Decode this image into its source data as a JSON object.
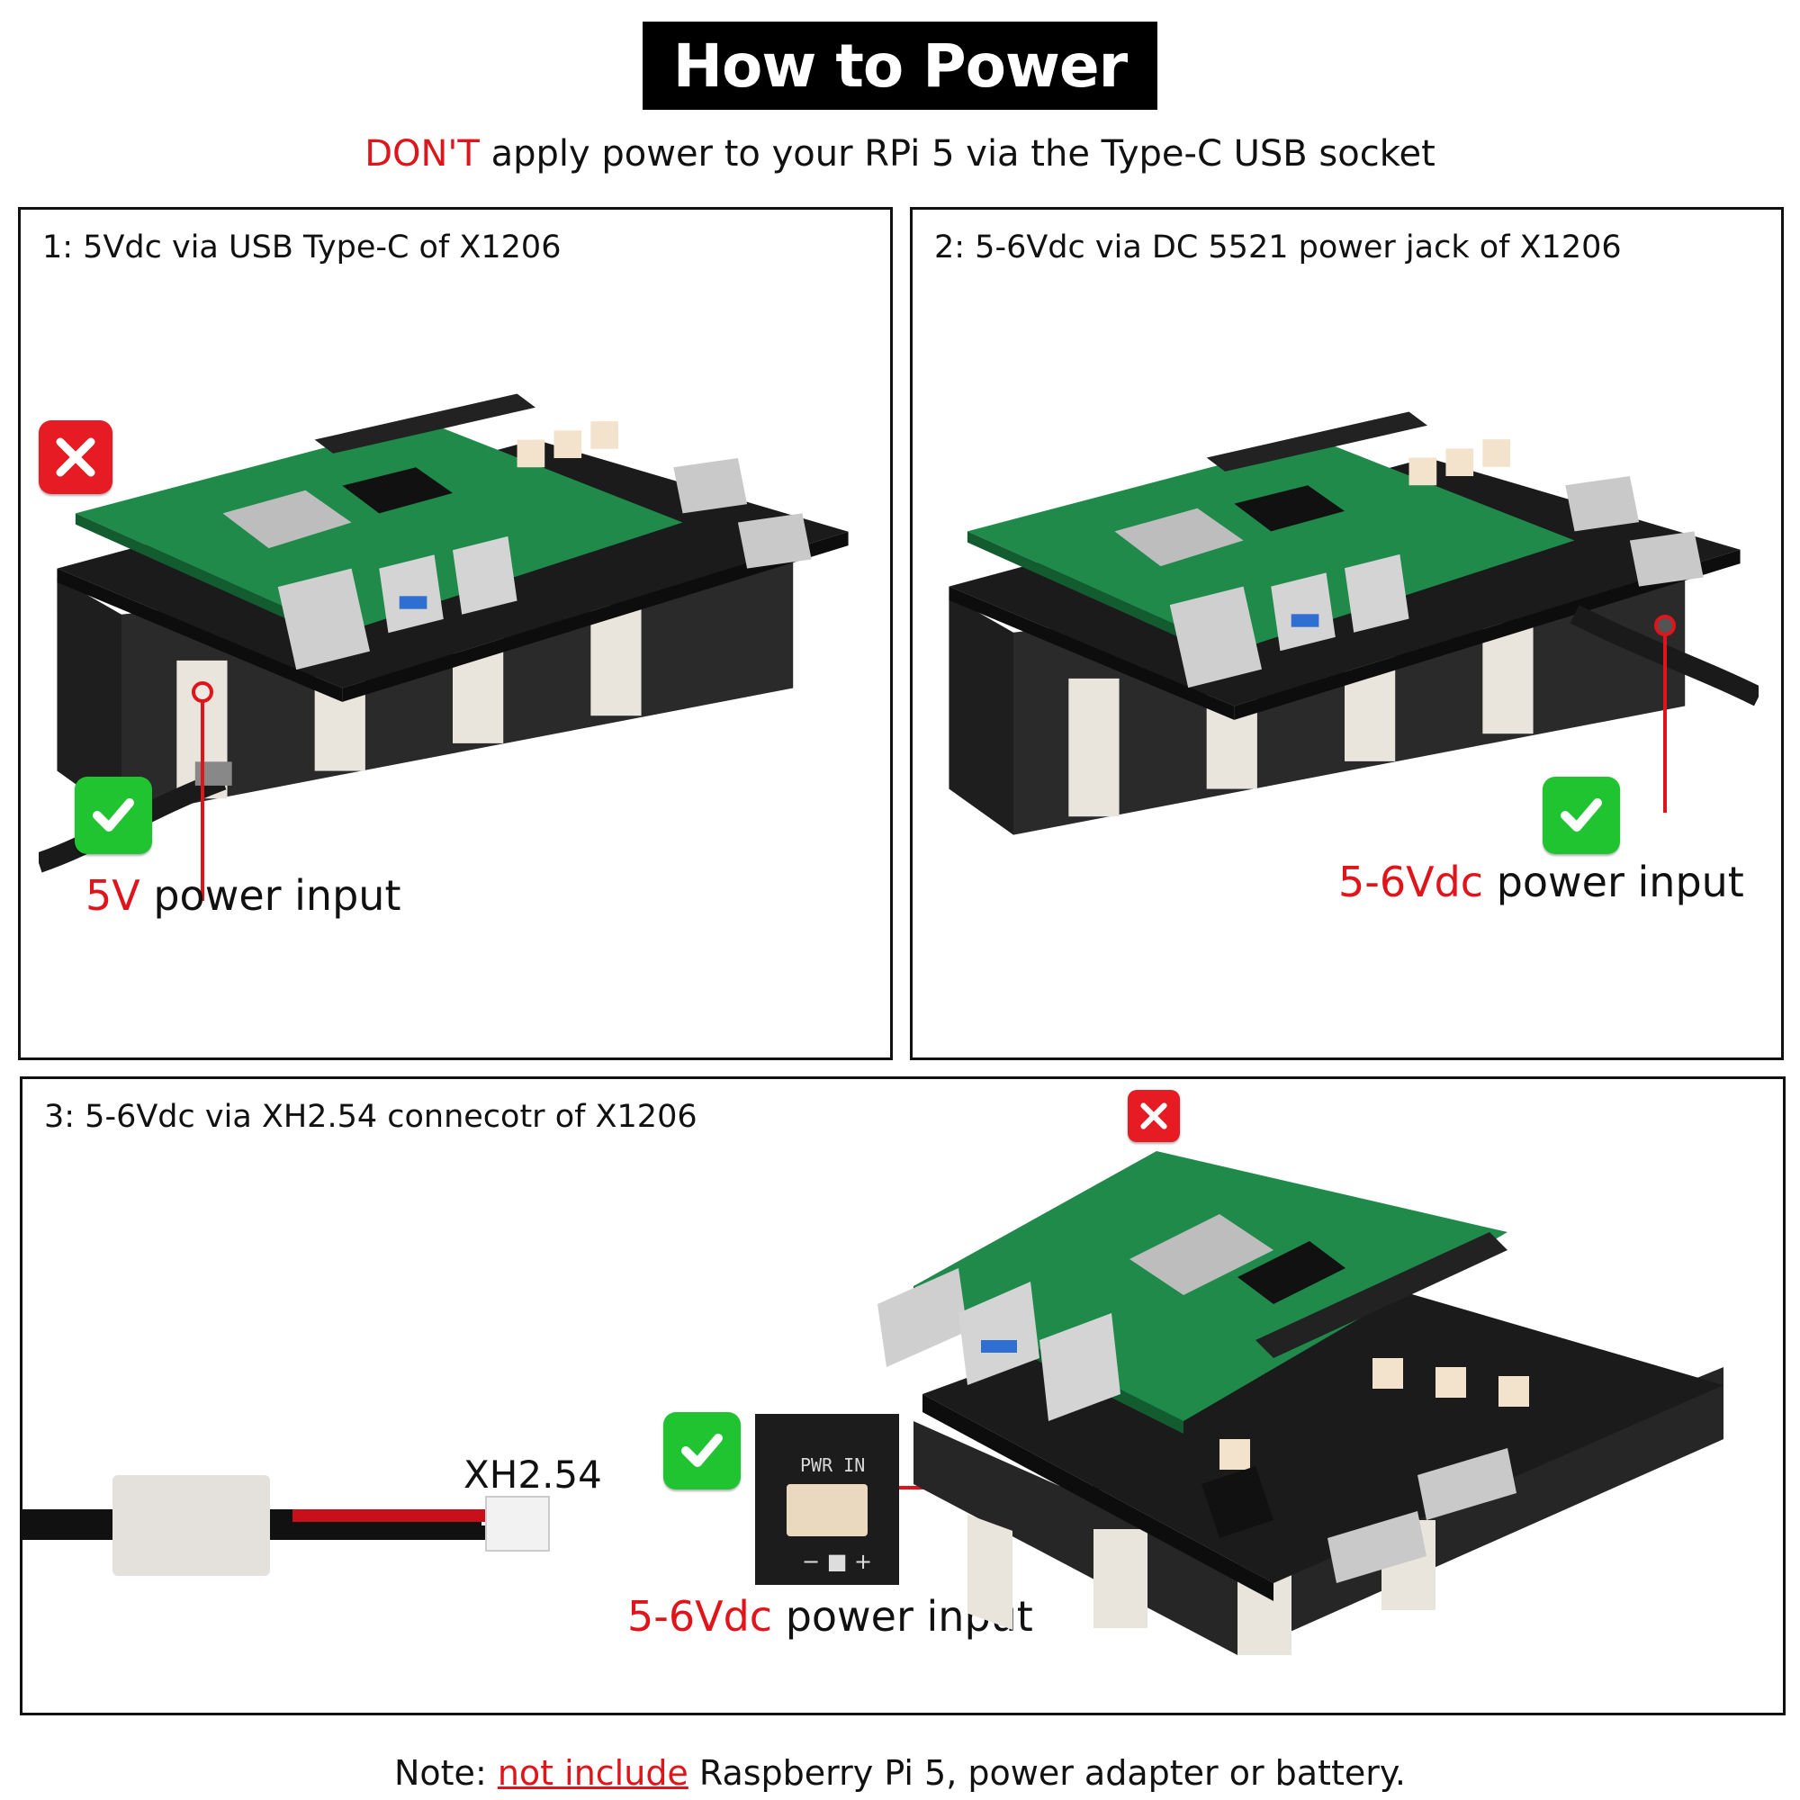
{
  "header": {
    "title": "How to Power",
    "warning_strong": "DON'T",
    "warning_rest": " apply power to your RPi 5 via the Type-C USB socket"
  },
  "panels": [
    {
      "title": "1:  5Vdc via USB Type-C of X1206",
      "caption_value": "5V",
      "caption_rest": " power input"
    },
    {
      "title": "2:  5-6Vdc via DC 5521 power jack of X1206",
      "caption_value": "5-6Vdc",
      "caption_rest": " power input"
    },
    {
      "title": "3:  5-6Vdc via XH2.54 connecotr of X1206",
      "connector_label": "XH2.54",
      "inset_label": "PWR IN",
      "caption_value": "5-6Vdc",
      "caption_rest": " power input"
    }
  ],
  "footer": {
    "prefix": "Note: ",
    "emphasis": "not include",
    "rest": " Raspberry Pi 5, power adapter or battery."
  },
  "colors": {
    "accent_red": "#e0141b",
    "ok_green": "#20c431",
    "pcb_green": "#1f8a4a",
    "pcb_black": "#1b1b1b"
  },
  "icons": [
    "cross-icon",
    "check-icon"
  ]
}
